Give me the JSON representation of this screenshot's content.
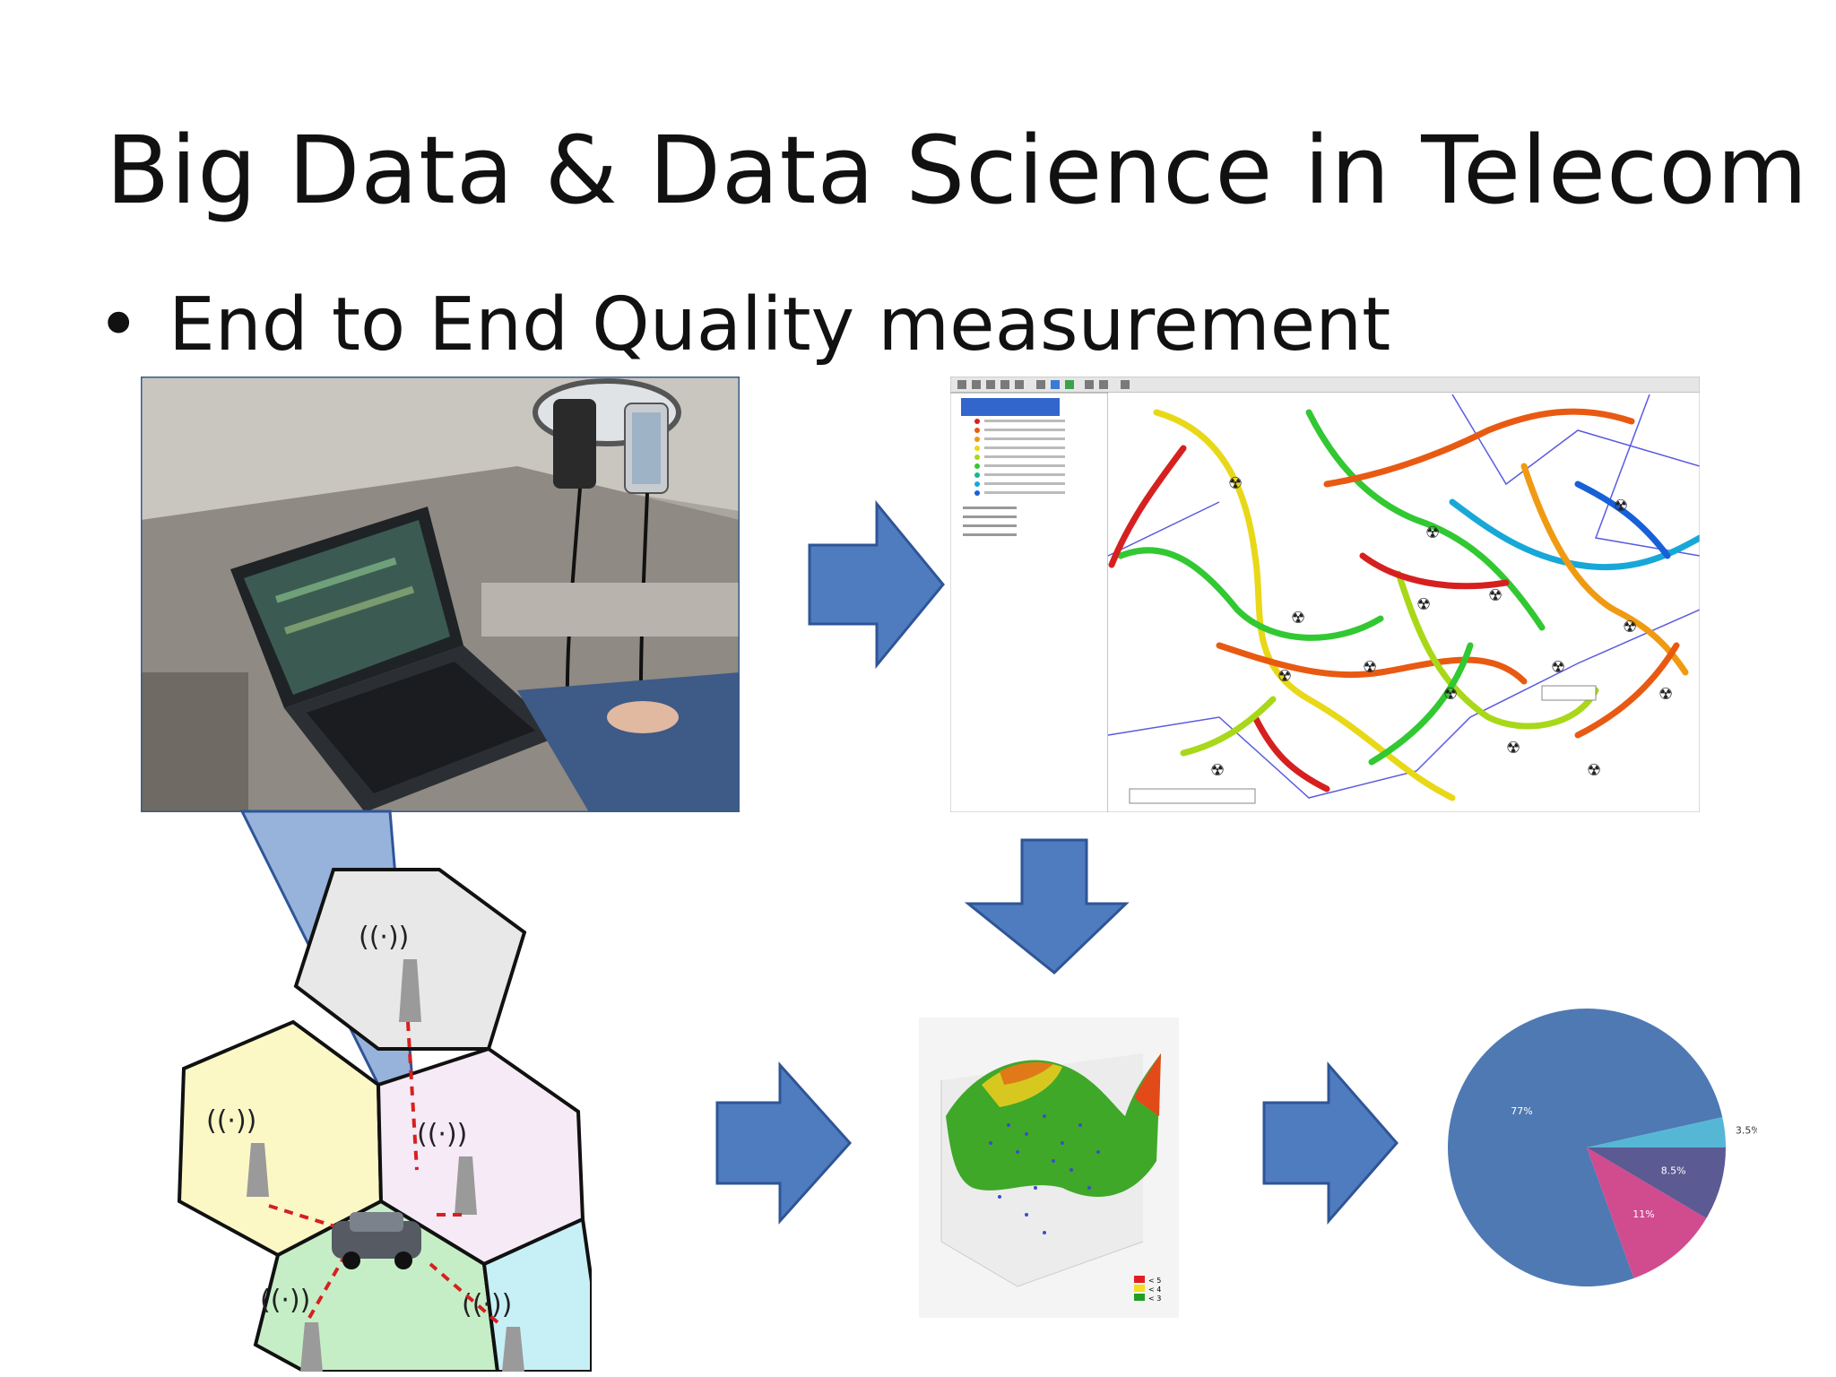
{
  "slide": {
    "title": "Big Data & Data Science in Telecom",
    "bullet": "End to End Quality measurement"
  },
  "colors": {
    "arrow_fill": "#4f7cbf",
    "arrow_stroke": "#2f5597",
    "callout_fill": "#6f95cf",
    "pie_main": "#4e79b3",
    "pie_pink": "#d14b8f",
    "pie_purple": "#5b5a93",
    "pie_cyan": "#56b6d6"
  },
  "pie_chart": {
    "slices": [
      {
        "label": "77%",
        "value": 77
      },
      {
        "label": "11%",
        "value": 11
      },
      {
        "label": "8.5%",
        "value": 8.5
      },
      {
        "label": "3.5%",
        "value": 3.5
      }
    ]
  },
  "surface_plot": {
    "legend": [
      "< 5",
      "< 4",
      "< 3"
    ],
    "legend_colors": [
      "#e02020",
      "#f0e020",
      "#20a020"
    ]
  },
  "icons": {
    "arrows": [
      "arrow-right-icon",
      "arrow-down-icon",
      "arrow-right-icon",
      "arrow-right-icon"
    ],
    "towers": "cell-tower-icon",
    "car": "car-icon"
  }
}
